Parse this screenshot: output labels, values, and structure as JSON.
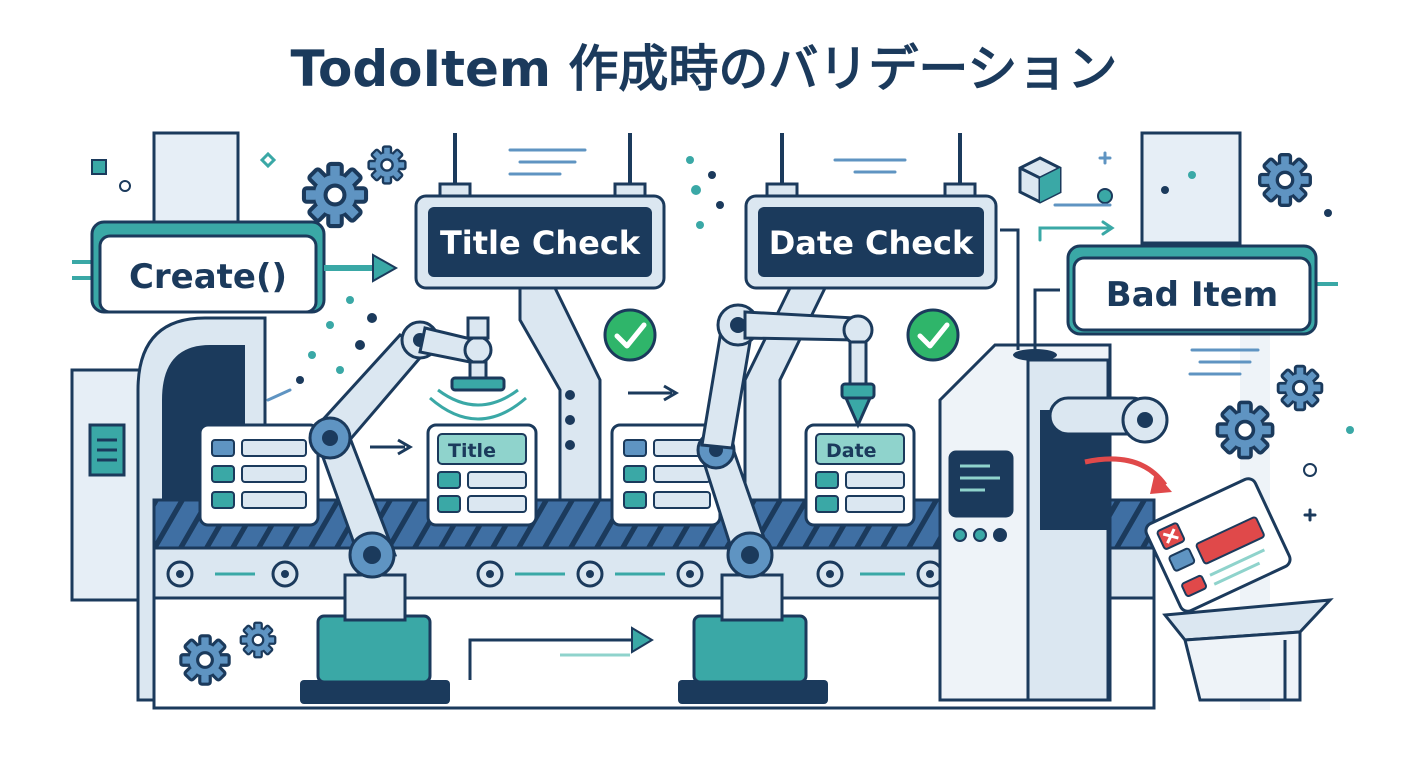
{
  "title": "TodoItem 作成時のバリデーション",
  "labels": {
    "create": "Create()",
    "title_check": "Title Check",
    "date_check": "Date Check",
    "bad_item": "Bad Item"
  },
  "cards": {
    "title_field": "Title",
    "date_field": "Date"
  },
  "icons": {
    "gear": "gear-icon",
    "check": "check-circle-icon",
    "reject": "x-mark-icon",
    "arrow": "arrow-right-icon",
    "robot_arm": "robot-arm-icon",
    "conveyor": "conveyor-belt-icon",
    "bin": "reject-bin-icon",
    "cube": "cube-icon"
  },
  "colors": {
    "navy": "#1b3a5c",
    "teal": "#3aa8a6",
    "light_teal": "#8fd3cc",
    "steel": "#dbe7f1",
    "belt": "#3f6fa3",
    "green": "#2fb56a",
    "red": "#e0494a"
  }
}
